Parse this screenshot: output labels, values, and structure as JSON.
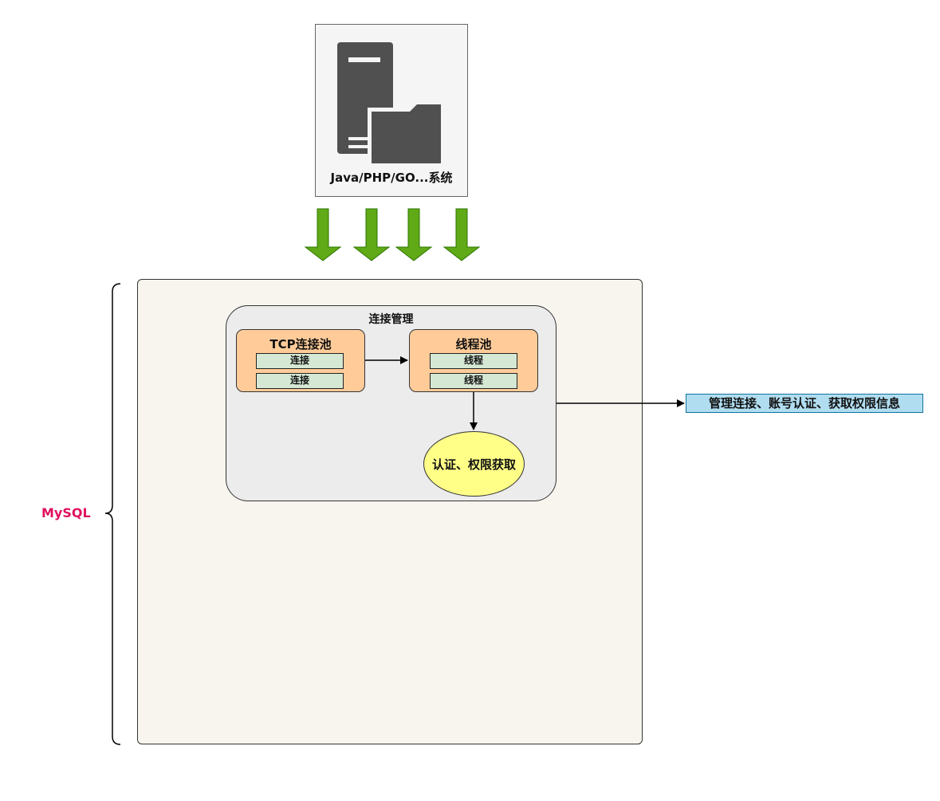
{
  "client": {
    "label": "Java/PHP/GO...系统",
    "icon": "server-folder-icon"
  },
  "mysql": {
    "label": "MySQL",
    "label_color": "#e0115f"
  },
  "connection_management": {
    "title": "连接管理",
    "tcp_pool": {
      "title": "TCP连接池",
      "items": [
        "连接",
        "连接"
      ]
    },
    "thread_pool": {
      "title": "线程池",
      "items": [
        "线程",
        "线程"
      ]
    },
    "auth": "认证、权限获取"
  },
  "annotation": "管理连接、账号认证、获取权限信息",
  "colors": {
    "arrow_green": "#60a917",
    "pool_fill": "#ffcc99",
    "item_fill": "#d5e8d4",
    "auth_fill": "#ffff88",
    "annotation_fill": "#b1ddf0"
  }
}
